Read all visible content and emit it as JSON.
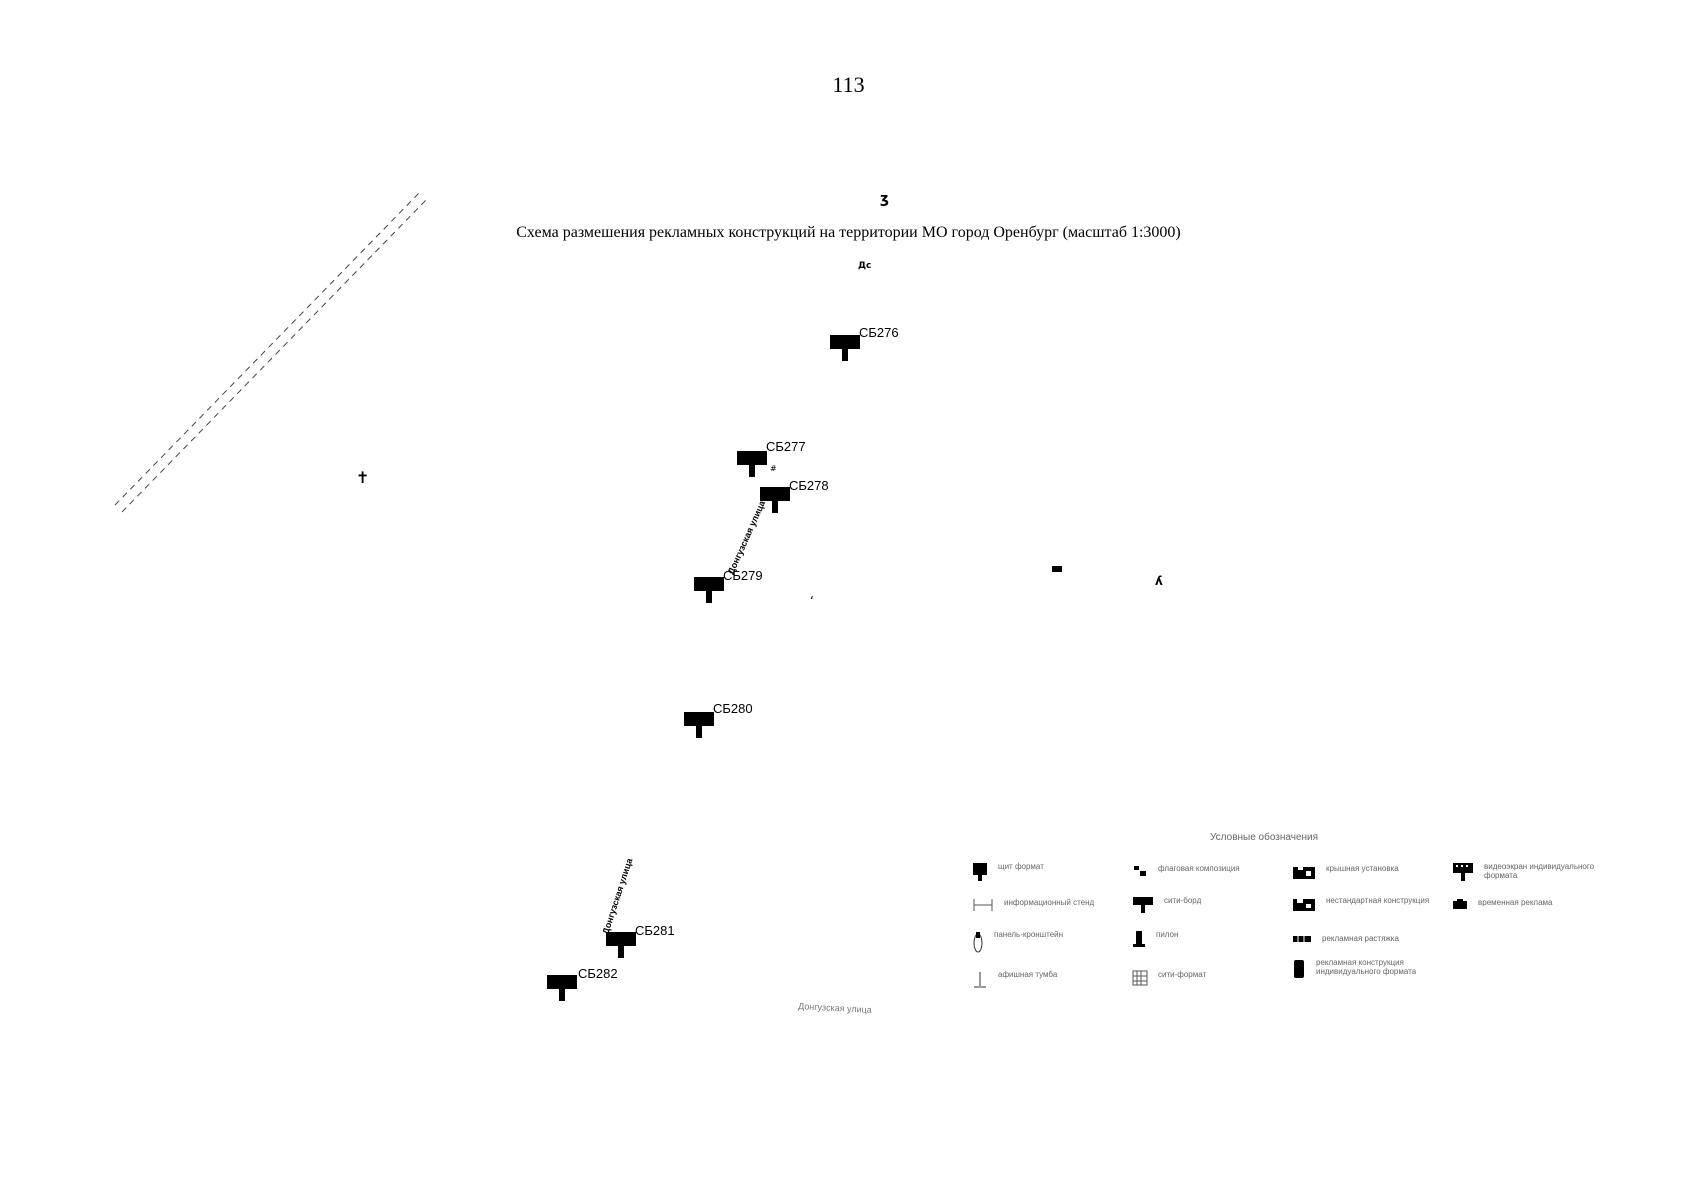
{
  "page_number": "113",
  "map_title": "Схема размешения рекламных конструкций на территории МО город Оренбург (масштаб 1:3000)",
  "markers": [
    {
      "id": "СБ276"
    },
    {
      "id": "СБ277"
    },
    {
      "id": "СБ278"
    },
    {
      "id": "СБ279"
    },
    {
      "id": "СБ280"
    },
    {
      "id": "СБ281"
    },
    {
      "id": "СБ282"
    }
  ],
  "street_labels": [
    "Донгузская улица",
    "Донгузская улица",
    "Донгузская улица"
  ],
  "legend": {
    "title": "Условные обозначения",
    "items": [
      {
        "icon": "billboard-icon",
        "label": "щит формат"
      },
      {
        "icon": "flag-icon",
        "label": "флаговая композиция"
      },
      {
        "icon": "roof-installation-icon",
        "label": "крышная установка"
      },
      {
        "icon": "video-screen-icon",
        "label": "видеоэкран индивидуального формата"
      },
      {
        "icon": "info-stand-icon",
        "label": "информационный стенд"
      },
      {
        "icon": "city-board-icon",
        "label": "сити-борд"
      },
      {
        "icon": "non-standard-icon",
        "label": "нестандартная конструкция"
      },
      {
        "icon": "temporary-ad-icon",
        "label": "временная реклама"
      },
      {
        "icon": "bracket-panel-icon",
        "label": "панель-кронштейн"
      },
      {
        "icon": "pylon-icon",
        "label": "пилон"
      },
      {
        "icon": "banner-stretch-icon",
        "label": "рекламная растяжка"
      },
      {
        "icon": "pillar-icon",
        "label": "афишная тумба"
      },
      {
        "icon": "city-format-icon",
        "label": "сити-формат"
      },
      {
        "icon": "individual-format-icon",
        "label": "рекламная конструкция индивидуального формата"
      }
    ]
  },
  "bottom_caption": "Донгузская улица"
}
